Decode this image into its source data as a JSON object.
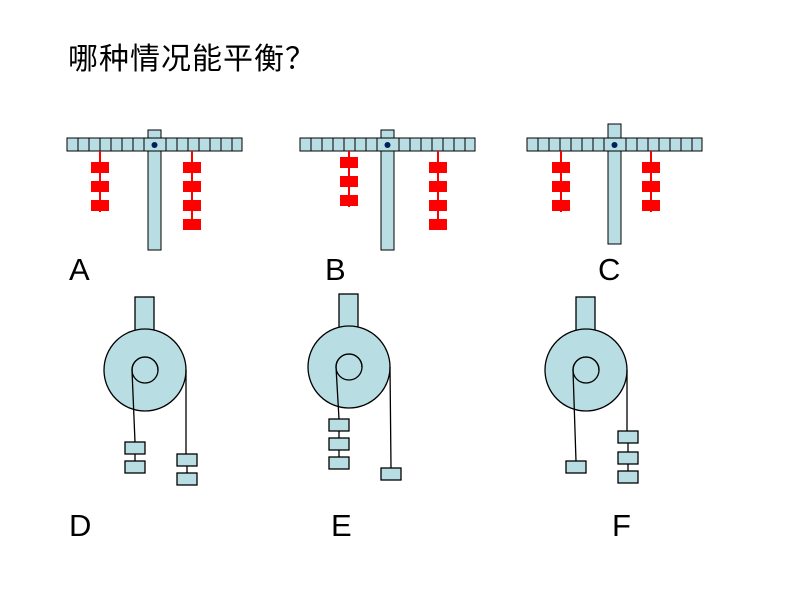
{
  "title": "哪种情况能平衡？",
  "labels": {
    "A": "A",
    "B": "B",
    "C": "C",
    "D": "D",
    "E": "E",
    "F": "F"
  },
  "colors": {
    "beam_fill": "#b8dde3",
    "stroke": "#000000",
    "weight_red": "#ff0000",
    "pivot_dot": "#00205b"
  },
  "levers": [
    {
      "id": "A",
      "left_weights": 3,
      "right_weights": 4
    },
    {
      "id": "B",
      "left_weights": 3,
      "right_weights": 4
    },
    {
      "id": "C",
      "left_weights": 3,
      "right_weights": 3
    }
  ],
  "pulleys": [
    {
      "id": "D",
      "left_weights": 2,
      "right_weights": 2
    },
    {
      "id": "E",
      "left_weights": 3,
      "right_weights": 1
    },
    {
      "id": "F",
      "left_weights": 1,
      "right_weights": 3
    }
  ]
}
